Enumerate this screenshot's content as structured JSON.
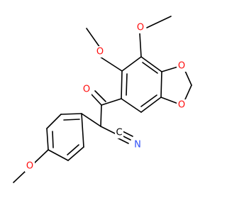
{
  "colors": {
    "bond": "#000000",
    "oxygen": "#ff0d0d",
    "nitrogen": "#3050f8",
    "carbon": "#000000",
    "background": "#ffffff"
  },
  "atoms": {
    "o_ketone": "O",
    "o_methoxy_a": "O",
    "o_methoxy_b": "O",
    "o_dioxole_top": "O",
    "o_dioxole_bottom": "O",
    "o_methoxy_para": "O",
    "nitrile_c": "C",
    "nitrile_n": "N"
  }
}
